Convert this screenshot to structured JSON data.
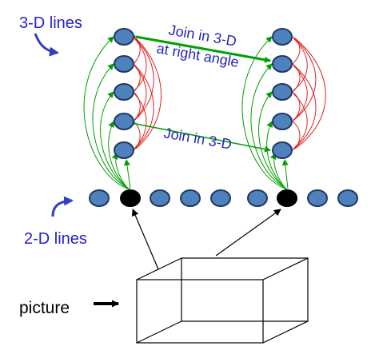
{
  "labels": {
    "lines_3d": "3-D lines",
    "lines_2d": "2-D lines",
    "join_right_angle_1": "Join in 3-D",
    "join_right_angle_2": "at right angle",
    "join_3d": "Join in 3-D",
    "picture": "picture"
  },
  "colors": {
    "node_fill": "#4f81bd",
    "node_stroke": "#1f3864",
    "node_active": "#000000",
    "green_link": "#00a000",
    "red_link": "#e02020",
    "label_blue": "#2323c8",
    "arrow_blue": "#2f3fc0"
  }
}
